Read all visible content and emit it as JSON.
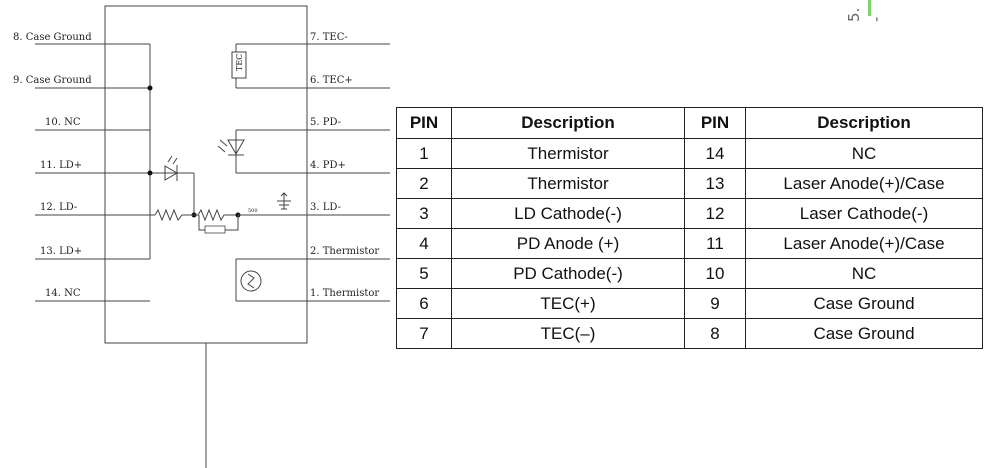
{
  "schematic": {
    "pin_labels_left": [
      "8. Case Ground",
      "9. Case Ground",
      "10. NC",
      "11. LD+",
      "12. LD-",
      "13. LD+",
      "14. NC"
    ],
    "pin_labels_right": [
      "7. TEC-",
      "6. TEC+",
      "5. PD-",
      "4. PD+",
      "3. LD-",
      "2. Thermistor",
      "1. Thermistor"
    ],
    "tec_label": "TEC",
    "resistor_value": "500"
  },
  "table": {
    "headers": [
      "PIN",
      "Description",
      "PIN",
      "Description"
    ],
    "rows": [
      [
        "1",
        "Thermistor",
        "14",
        "NC"
      ],
      [
        "2",
        "Thermistor",
        "13",
        "Laser Anode(+)/Case"
      ],
      [
        "3",
        "LD Cathode(-)",
        "12",
        "Laser Cathode(-)"
      ],
      [
        "4",
        "PD Anode (+)",
        "11",
        "Laser Anode(+)/Case"
      ],
      [
        "5",
        "PD Cathode(-)",
        "10",
        "NC"
      ],
      [
        "6",
        "TEC(+)",
        "9",
        "Case Ground"
      ],
      [
        "7",
        "TEC(–)",
        "8",
        "Case Ground"
      ]
    ]
  },
  "corner": {
    "text": "5. -"
  }
}
